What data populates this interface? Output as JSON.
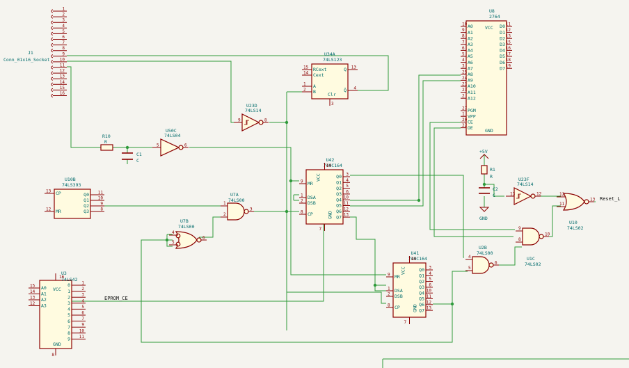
{
  "colors": {
    "wire": "#2e9a3a",
    "component": "#8b0000",
    "fill": "#fffbe0",
    "text": "#006b6b"
  },
  "connector": {
    "ref": "J1",
    "value": "Conn_01x16_Socket",
    "pins": [
      "1",
      "2",
      "3",
      "4",
      "5",
      "6",
      "7",
      "8",
      "9",
      "10",
      "11",
      "12",
      "13",
      "14",
      "15",
      "16"
    ]
  },
  "r10": {
    "ref": "R10",
    "value": "R"
  },
  "c1": {
    "ref": "C1",
    "value": "C"
  },
  "u50c": {
    "ref": "U50C",
    "value": "74LS04",
    "in": "5",
    "out": "6"
  },
  "u23d": {
    "ref": "U23D",
    "value": "74LS14",
    "in": "9",
    "out": "8"
  },
  "u34a": {
    "ref": "U34A",
    "value": "74LS123",
    "pins": {
      "p15": "15",
      "p14": "14",
      "p13": "13",
      "p1": "1",
      "p2": "2",
      "p4": "4",
      "p3": "3"
    },
    "labels": {
      "rcext": "RCext",
      "cext": "Cext",
      "a": "A",
      "b": "B",
      "q": "Q",
      "qbar": "Q̄",
      "clr": "Clr"
    }
  },
  "u8": {
    "ref": "U8",
    "value": "2764",
    "left": [
      "A0",
      "A1",
      "A2",
      "A3",
      "A4",
      "A5",
      "A6",
      "A7",
      "A8",
      "A9",
      "A10",
      "A11",
      "A12"
    ],
    "left_pins": [
      "10",
      "9",
      "8",
      "7",
      "6",
      "5",
      "4",
      "3",
      "25",
      "24",
      "21",
      "23",
      "2"
    ],
    "left2": [
      "PGM",
      "VPP",
      "CE",
      "OE"
    ],
    "left2_pins": [
      "27",
      "1",
      "20",
      "22"
    ],
    "right": [
      "D0",
      "D1",
      "D2",
      "D3",
      "D4",
      "D5",
      "D6",
      "D7"
    ],
    "right_pins": [
      "11",
      "12",
      "13",
      "15",
      "16",
      "17",
      "18",
      "19"
    ],
    "vcc": "VCC",
    "gnd": "GND"
  },
  "u10b": {
    "ref": "U10B",
    "value": "74LS393",
    "left": [
      "CP",
      "MR"
    ],
    "left_pins": [
      "13",
      "12"
    ],
    "right": [
      "Q0",
      "Q1",
      "Q2",
      "Q3"
    ],
    "right_pins": [
      "11",
      "10",
      "9",
      "8"
    ]
  },
  "u42": {
    "ref": "U42",
    "value": "74HC164",
    "left": [
      "MR",
      "DSA",
      "DSB",
      "CP"
    ],
    "left_pins": [
      "9",
      "1",
      "2",
      "8"
    ],
    "right": [
      "Q0",
      "Q1",
      "Q2",
      "Q3",
      "Q4",
      "Q5",
      "Q6",
      "Q7"
    ],
    "right_pins": [
      "3",
      "4",
      "5",
      "6",
      "10",
      "11",
      "12",
      "13"
    ],
    "vcc": "VCC",
    "vcc_pin": "14",
    "gnd": "GND",
    "gnd_pin": "7"
  },
  "u41": {
    "ref": "U41",
    "value": "74HC164",
    "left": [
      "MR",
      "DSA",
      "DSB",
      "CP"
    ],
    "left_pins": [
      "9",
      "1",
      "2",
      "8"
    ],
    "right": [
      "Q0",
      "Q1",
      "Q2",
      "Q3",
      "Q4",
      "Q5",
      "Q6",
      "Q7"
    ],
    "right_pins": [
      "3",
      "4",
      "5",
      "6",
      "10",
      "11",
      "12",
      "13"
    ],
    "vcc": "VCC",
    "vcc_pin": "14",
    "gnd": "GND",
    "gnd_pin": "7"
  },
  "u7a": {
    "ref": "U7A",
    "value": "74LS00",
    "in1": "1",
    "in2": "2",
    "out": "3"
  },
  "u7b": {
    "ref": "U7B",
    "value": "74LS00",
    "in1": "4",
    "in2": "5",
    "out": "6"
  },
  "u2b": {
    "ref": "U2B",
    "value": "74LS00",
    "in1": "4",
    "in2": "5",
    "out": "6"
  },
  "u1c": {
    "ref": "U1C",
    "value": "74LS02",
    "in1": "9",
    "in2": "8",
    "out": "10"
  },
  "u10": {
    "ref": "U10",
    "value": "74LS02",
    "in1": "12",
    "in2": "11",
    "out": "13"
  },
  "u23f": {
    "ref": "U23F",
    "value": "74LS14",
    "in": "13",
    "out": "12"
  },
  "r1": {
    "ref": "R1",
    "value": "R"
  },
  "c2": {
    "ref": "C2",
    "value": "C"
  },
  "power": {
    "vcc": "+5V",
    "gnd": "GND"
  },
  "u3": {
    "ref": "U3",
    "value": "74LS42",
    "left": [
      "A0",
      "A1",
      "A2",
      "A3"
    ],
    "left_pins": [
      "15",
      "14",
      "13",
      "12"
    ],
    "right": [
      "0",
      "1",
      "2",
      "3",
      "4",
      "5",
      "6",
      "7",
      "8",
      "9"
    ],
    "right_pins": [
      "1",
      "2",
      "3",
      "4",
      "5",
      "6",
      "7",
      "9",
      "10",
      "11"
    ],
    "vcc": "VCC",
    "vcc_pin": "16",
    "gnd": "GND",
    "gnd_pin": "8"
  },
  "nets": {
    "eprom_ce": "EPROM_CE",
    "reset": "Reset_L"
  }
}
